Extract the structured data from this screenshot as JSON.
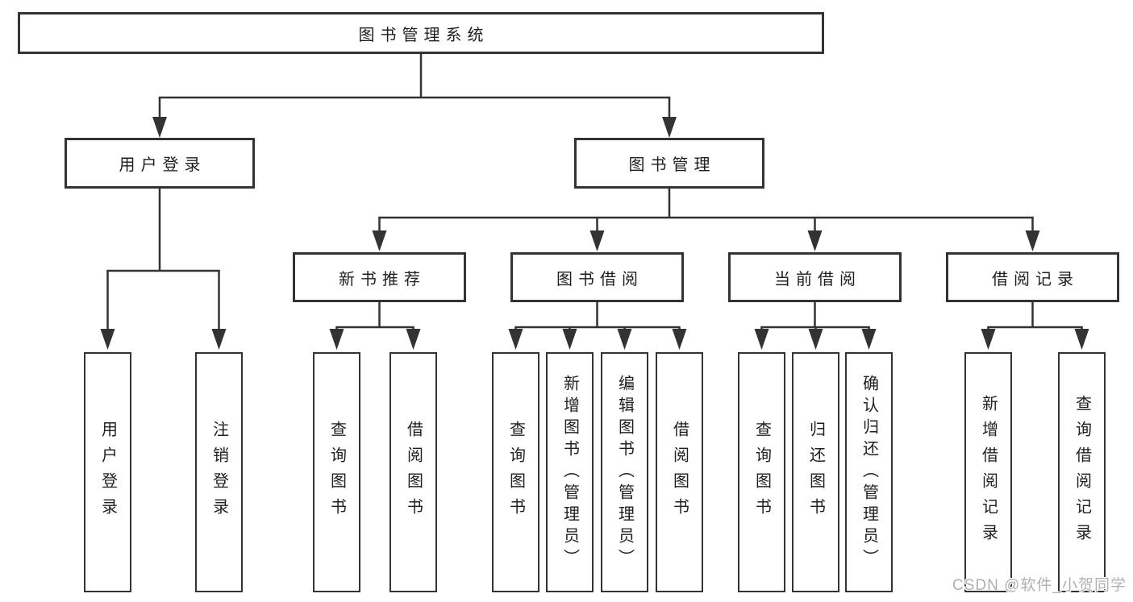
{
  "tree": {
    "label": "图书管理系统",
    "children": [
      {
        "label": "用户登录",
        "children": [
          {
            "label": "用户登录"
          },
          {
            "label": "注销登录"
          }
        ]
      },
      {
        "label": "图书管理",
        "children": [
          {
            "label": "新书推荐",
            "children": [
              {
                "label": "查询图书"
              },
              {
                "label": "借阅图书"
              }
            ]
          },
          {
            "label": "图书借阅",
            "children": [
              {
                "label": "查询图书"
              },
              {
                "label": "新增图书（管理员）"
              },
              {
                "label": "编辑图书（管理员）"
              },
              {
                "label": "借阅图书"
              }
            ]
          },
          {
            "label": "当前借阅",
            "children": [
              {
                "label": "查询图书"
              },
              {
                "label": "归还图书"
              },
              {
                "label": "确认归还（管理员）"
              }
            ]
          },
          {
            "label": "借阅记录",
            "children": [
              {
                "label": "新增借阅记录"
              },
              {
                "label": "查询借阅记录"
              }
            ]
          }
        ]
      }
    ]
  },
  "watermark": {
    "text": "CSDN @软件_小贺同学"
  },
  "colors": {
    "line": "#333333",
    "border": "#333333",
    "text": "#1f1f1f",
    "background": "#ffffff",
    "watermark": "#b0b0b0"
  }
}
